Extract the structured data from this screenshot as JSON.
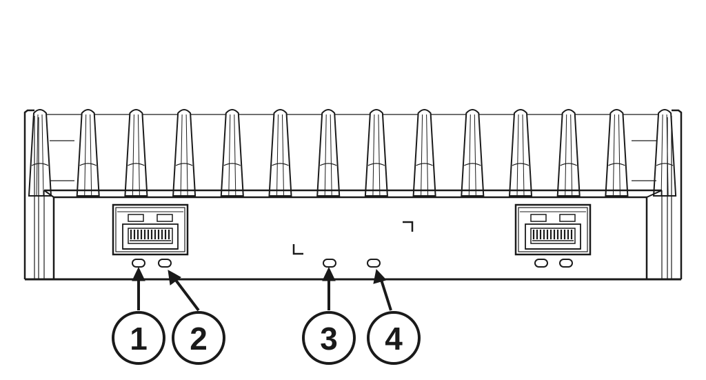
{
  "figure": {
    "colors": {
      "line": "#1a1a1a",
      "fill": "#ffffff"
    },
    "ports": [
      {
        "name": "left-port-cage"
      },
      {
        "name": "right-port-cage"
      }
    ],
    "leds": [
      {
        "name": "led-1"
      },
      {
        "name": "led-2"
      },
      {
        "name": "led-3"
      },
      {
        "name": "led-4"
      },
      {
        "name": "led-5"
      },
      {
        "name": "led-6"
      }
    ],
    "callouts": [
      {
        "label": "1"
      },
      {
        "label": "2"
      },
      {
        "label": "3"
      },
      {
        "label": "4"
      }
    ]
  }
}
